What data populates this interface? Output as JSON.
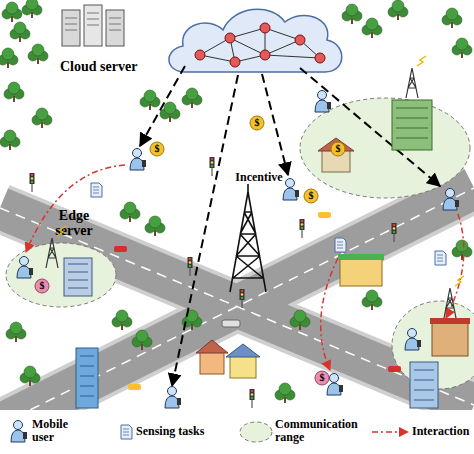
{
  "diagram": {
    "nodes": [
      {
        "text": [
          "Cloud server"
        ]
      },
      {
        "text": [
          "Edge server"
        ]
      }
    ],
    "labels": [
      "Incentive",
      "$",
      "$",
      "$",
      "$",
      "$",
      "$"
    ],
    "legend": [
      {
        "text": "Mobile user"
      },
      {
        "text": "Sensing tasks"
      },
      {
        "text": "Communication range"
      },
      {
        "text": "Interaction"
      }
    ]
  }
}
